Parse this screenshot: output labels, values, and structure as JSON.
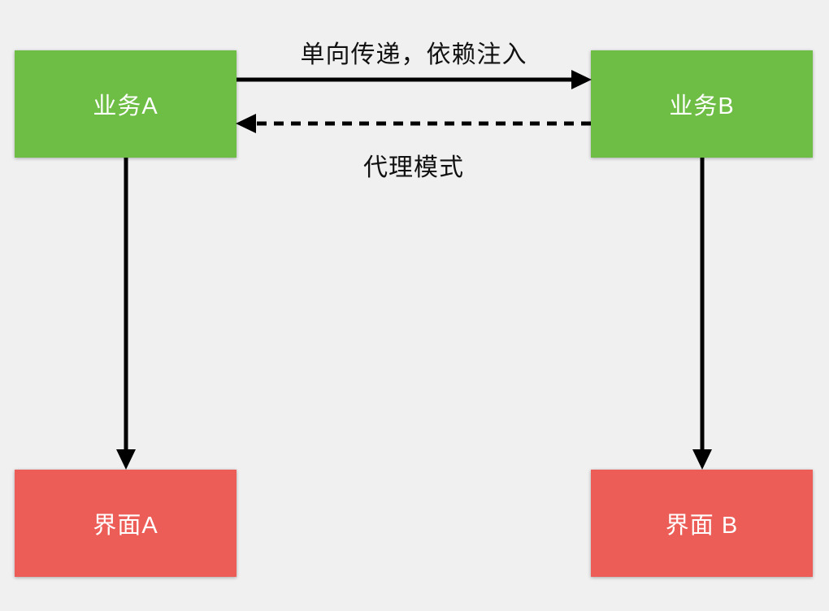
{
  "colors": {
    "background": "#f0f0f1",
    "business_node": "#6ebe45",
    "interface_node": "#ec5d57",
    "arrow": "#000000",
    "node_text": "#ffffff",
    "edge_label_text": "#111111"
  },
  "nodes": {
    "business_a": {
      "label": "业务A"
    },
    "business_b": {
      "label": "业务B"
    },
    "interface_a": {
      "label": "界面A"
    },
    "interface_b": {
      "label": "界面 B"
    }
  },
  "edges": {
    "forward": {
      "label": "单向传递，依赖注入",
      "style": "solid",
      "from": "business_a",
      "to": "business_b"
    },
    "backward": {
      "label": "代理模式",
      "style": "dashed",
      "from": "business_b",
      "to": "business_a"
    },
    "a_down": {
      "label": "",
      "style": "solid",
      "from": "business_a",
      "to": "interface_a"
    },
    "b_down": {
      "label": "",
      "style": "solid",
      "from": "business_b",
      "to": "interface_b"
    }
  }
}
